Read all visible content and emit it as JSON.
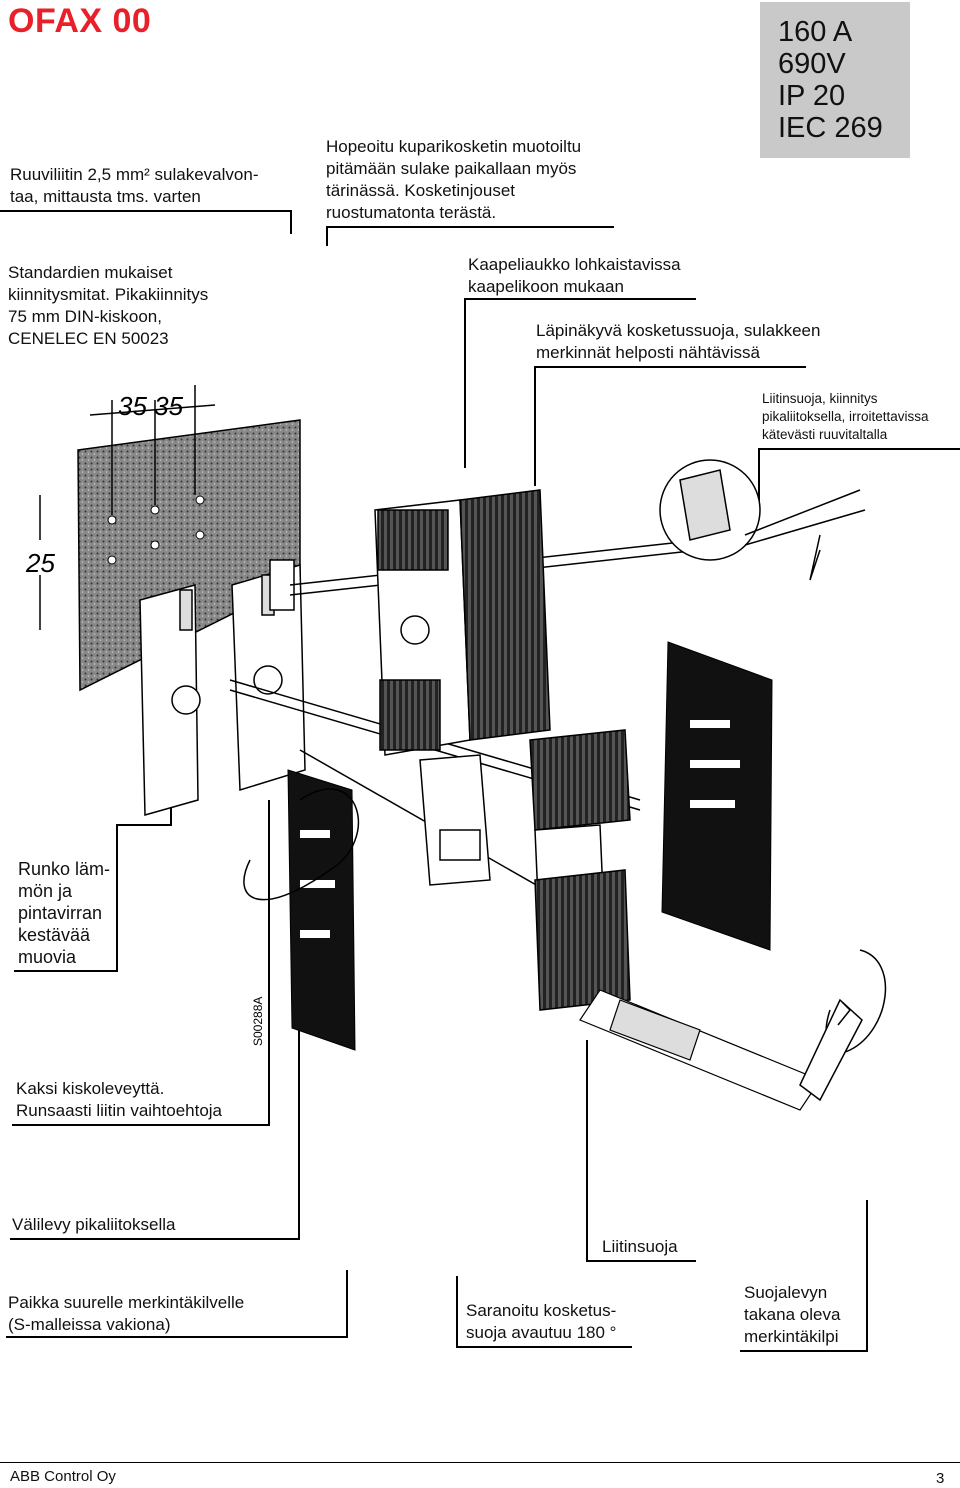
{
  "header": {
    "title": "OFAX 00"
  },
  "specs": [
    "160 A",
    "690V",
    "IP 20",
    "IEC 269"
  ],
  "callouts": {
    "ruuviliitin": [
      "Ruuviliitin 2,5 mm² sulakevalvon-",
      "taa, mittausta tms. varten"
    ],
    "hopeoitu": [
      "Hopeoitu kuparikosketin muotoiltu",
      "pitämään sulake paikallaan myös",
      "tärinässä. Kosketinjouset",
      "ruostumatonta terästä."
    ],
    "standardien": [
      "Standardien mukaiset",
      "kiinnitysmitat. Pikakiinnitys",
      "75 mm DIN-kiskoon,",
      "CENELEC EN 50023"
    ],
    "kaapeliaukko": [
      "Kaapeliaukko lohkaistavissa",
      "kaapelikoon mukaan"
    ],
    "lapinakyva": [
      "Läpinäkyvä kosketussuoja, sulakkeen",
      "merkinnät helposti nähtävissä"
    ],
    "liitinsuoja_kiinnitys": [
      "Liitinsuoja, kiinnitys",
      "pikaliitoksella, irroitettavissa",
      "kätevästi ruuvitaltalla"
    ],
    "runko": [
      "Runko läm-",
      "mön ja",
      "pintavirran",
      "kestävää",
      "muovia"
    ],
    "kaksi": [
      "Kaksi kiskoleveyttä.",
      "Runsaasti liitin vaihtoehtoja"
    ],
    "valilevy": [
      "Välilevy pikaliitoksella"
    ],
    "liitinsuoja": [
      "Liitinsuoja"
    ],
    "paikka": [
      "Paikka suurelle merkintäkilvelle",
      "(S-malleissa vakiona)"
    ],
    "saranoitu": [
      "Saranoitu kosketus-",
      "suoja avautuu 180 °"
    ],
    "suojalevyn": [
      "Suojalevyn",
      "takana oleva",
      "merkintäkilpi"
    ]
  },
  "drawing": {
    "dimension_top": "35 35",
    "dimension_left": "25",
    "code": "S00288A"
  },
  "footer": {
    "company": "ABB Control Oy",
    "page": "3"
  }
}
